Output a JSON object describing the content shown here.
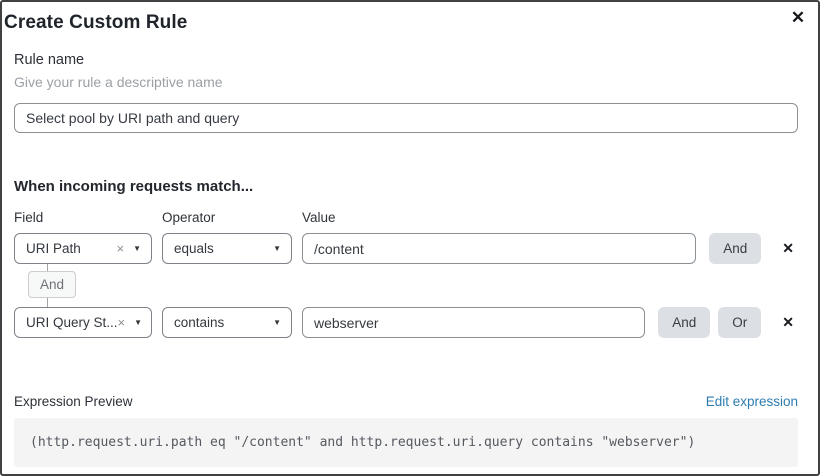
{
  "dialog": {
    "title": "Create Custom Rule"
  },
  "icons": {
    "close": "✕",
    "remove_row": "✕",
    "clear_selection": "×",
    "caret_down": "▼"
  },
  "rule_name": {
    "label": "Rule name",
    "helper": "Give your rule a descriptive name",
    "value": "Select pool by URI path and query"
  },
  "match_section": {
    "heading": "When incoming requests match...",
    "columns": {
      "field": "Field",
      "operator": "Operator",
      "value": "Value"
    },
    "connector": "And",
    "rows": [
      {
        "field": "URI Path",
        "operator": "equals",
        "value": "/content",
        "buttons": [
          "And"
        ]
      },
      {
        "field": "URI Query St...",
        "operator": "contains",
        "value": "webserver",
        "buttons": [
          "And",
          "Or"
        ]
      }
    ]
  },
  "expression": {
    "label": "Expression Preview",
    "edit_link": "Edit expression",
    "code": "(http.request.uri.path eq \"/content\" and http.request.uri.query contains \"webserver\")"
  },
  "colors": {
    "link_blue": "#2c7cb0",
    "logic_button_bg": "#dcdfe3",
    "code_block_bg": "#f4f4f5",
    "dialog_border": "#414141"
  }
}
